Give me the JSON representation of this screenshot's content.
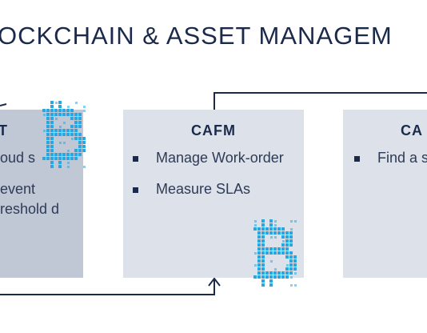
{
  "title": "OCKCHAIN & ASSET MANAGEM",
  "cards": [
    {
      "title": "T",
      "bullets": [
        "oud s",
        "event reshold d"
      ]
    },
    {
      "title": "CAFM",
      "bullets": [
        "Manage Work-order",
        "Measure SLAs"
      ]
    },
    {
      "title": "CA",
      "bullets": [
        "Find a spare p"
      ]
    }
  ],
  "icons": {
    "logo_symbol": "bitcoin-icon",
    "logo_color": "#2aa7e0"
  },
  "colors": {
    "title_text": "#1b2a4a",
    "card_dark": "#c0c8d6",
    "card_light": "#dde1e9",
    "connector": "#1b2a4a"
  }
}
